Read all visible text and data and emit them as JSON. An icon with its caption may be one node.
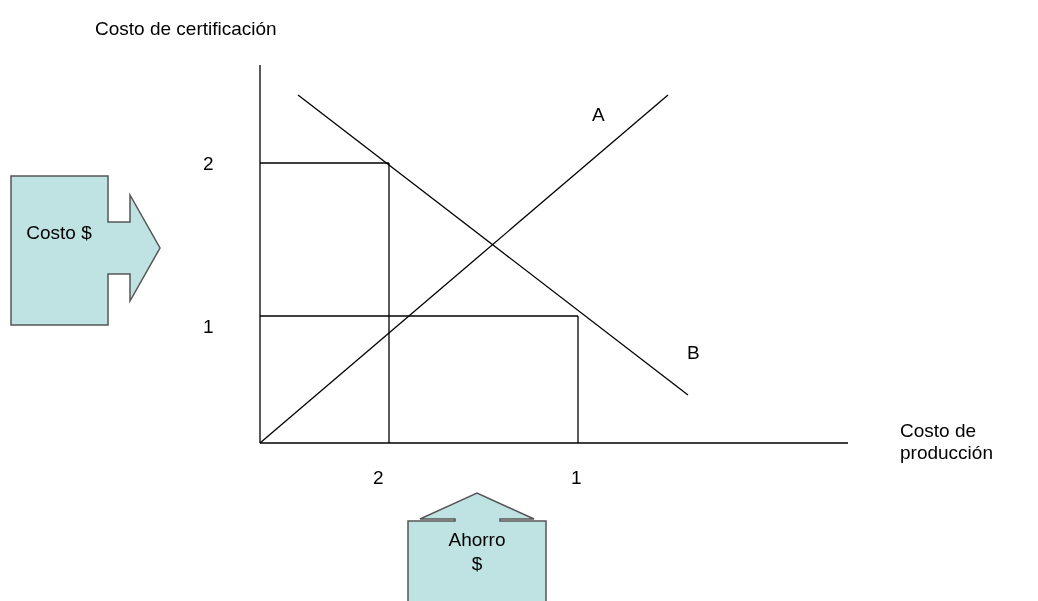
{
  "diagram": {
    "nodes": [
      {
        "text": [
          "Costo $"
        ]
      },
      {
        "text": [
          "Ahorro $"
        ]
      }
    ],
    "labels": [
      "Costo de certificación",
      "2",
      "A",
      "1",
      "B",
      "Costo de producción",
      "2",
      "1"
    ]
  }
}
